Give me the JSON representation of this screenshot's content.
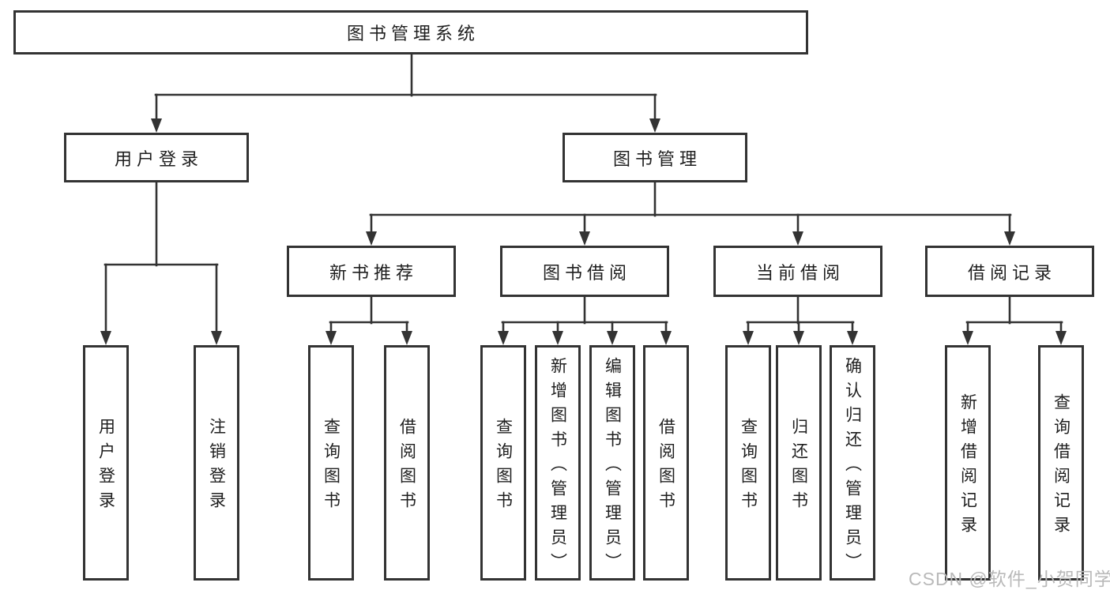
{
  "diagram_title": "图书管理系统",
  "nodes": {
    "root": {
      "label": "图书管理系统"
    },
    "level1": [
      {
        "label": "用户登录"
      },
      {
        "label": "图书管理"
      }
    ],
    "level2": [
      {
        "label": "新书推荐",
        "parent": "图书管理"
      },
      {
        "label": "图书借阅",
        "parent": "图书管理"
      },
      {
        "label": "当前借阅",
        "parent": "图书管理"
      },
      {
        "label": "借阅记录",
        "parent": "图书管理"
      }
    ],
    "leaves": [
      {
        "label": "用户登录",
        "parent": "用户登录"
      },
      {
        "label": "注销登录",
        "parent": "用户登录"
      },
      {
        "label": "查询图书",
        "parent": "新书推荐"
      },
      {
        "label": "借阅图书",
        "parent": "新书推荐"
      },
      {
        "label": "查询图书",
        "parent": "图书借阅"
      },
      {
        "label": "新增图书（管理员）",
        "parent": "图书借阅"
      },
      {
        "label": "编辑图书（管理员）",
        "parent": "图书借阅"
      },
      {
        "label": "借阅图书",
        "parent": "图书借阅"
      },
      {
        "label": "查询图书",
        "parent": "当前借阅"
      },
      {
        "label": "归还图书",
        "parent": "当前借阅"
      },
      {
        "label": "确认归还（管理员）",
        "parent": "当前借阅"
      },
      {
        "label": "新增借阅记录",
        "parent": "借阅记录"
      },
      {
        "label": "查询借阅记录",
        "parent": "借阅记录"
      }
    ]
  },
  "watermark": {
    "text": "CSDN @软件_小贺同学"
  },
  "colors": {
    "line": "#333333",
    "text": "#1f1f1f",
    "watermark": "#b9b9b9",
    "background": "#ffffff"
  }
}
